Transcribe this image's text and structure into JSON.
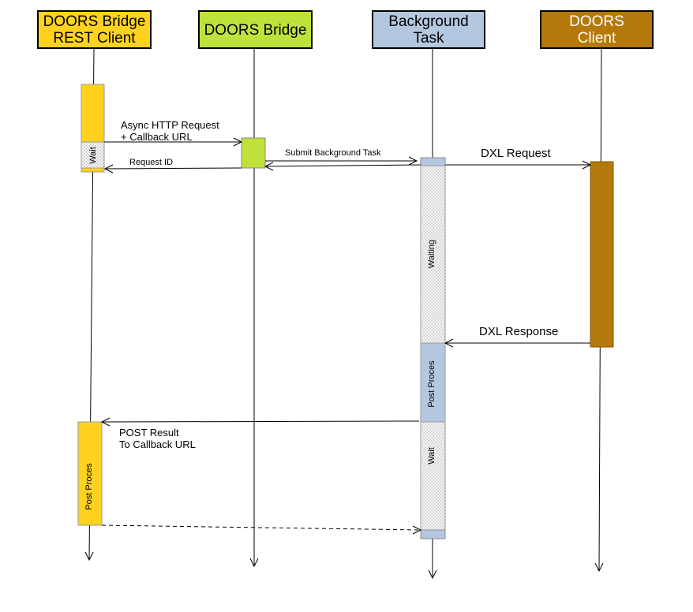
{
  "colors": {
    "rest_client": "#FFD21F",
    "bridge": "#BEE23A",
    "background_task": "#B4C7E0",
    "doors_client": "#B5780A",
    "line": "#000000"
  },
  "participants": {
    "rest_client": {
      "line1": "DOORS Bridge",
      "line2": "REST Client"
    },
    "bridge": {
      "label": "DOORS Bridge"
    },
    "background_task": {
      "line1": "Background",
      "line2": "Task"
    },
    "doors_client": {
      "line1": "DOORS",
      "line2": "Client"
    }
  },
  "messages": {
    "async_request": {
      "line1": "Async HTTP Request",
      "line2": "+ Callback URL"
    },
    "request_id": "Request ID",
    "submit_task": "Submit Background Task",
    "dxl_request": "DXL Request",
    "dxl_response": "DXL Response",
    "post_result": {
      "line1": "POST Result",
      "line2": "To Callback URL"
    }
  },
  "activations": {
    "client_wait": "Wait",
    "task_waiting": "Waiting",
    "task_post_process": "Post Proces",
    "task_wait": "Wait",
    "client_post_process": "Post Proces"
  }
}
